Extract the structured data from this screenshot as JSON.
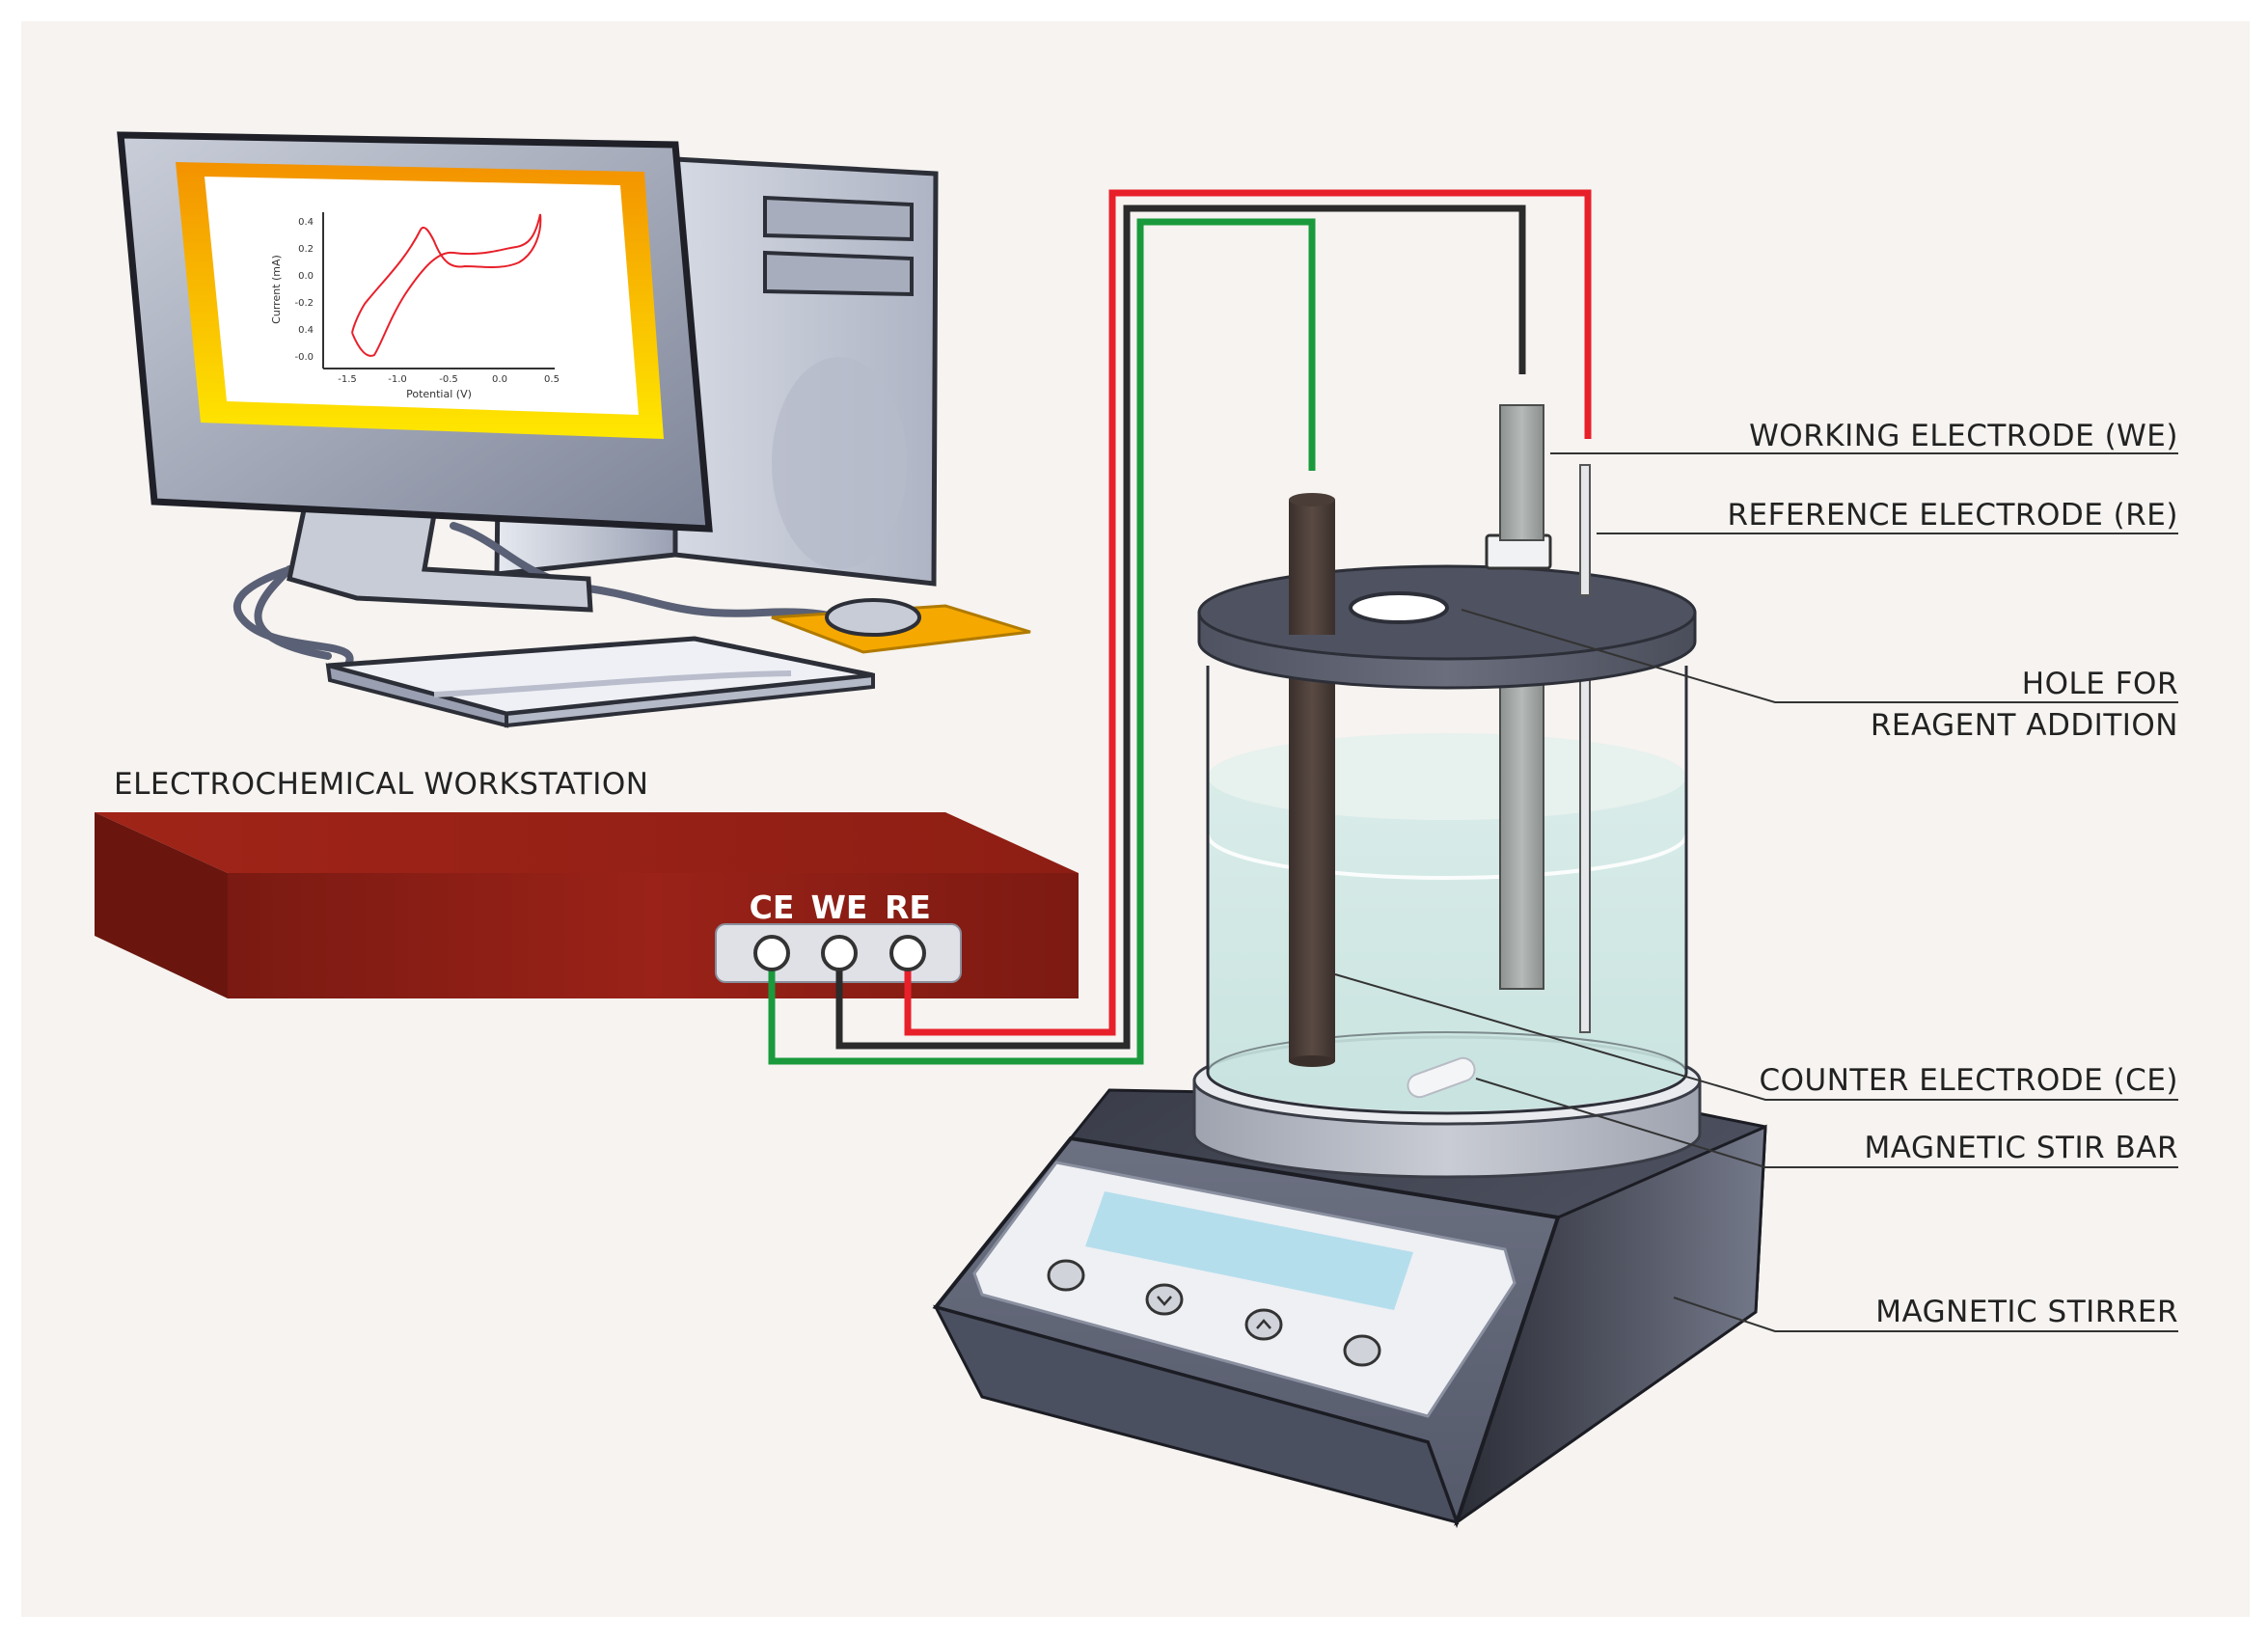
{
  "labels": {
    "workstation": "ELECTROCHEMICAL WORKSTATION",
    "working_electrode": "WORKING ELECTRODE (WE)",
    "reference_electrode": "REFERENCE ELECTRODE (RE)",
    "hole_line1": "HOLE FOR",
    "hole_line2": "REAGENT ADDITION",
    "counter_electrode": "COUNTER ELECTRODE (CE)",
    "stir_bar": "MAGNETIC STIR BAR",
    "stirrer": "MAGNETIC STIRRER"
  },
  "ports": {
    "ce": "CE",
    "we": "WE",
    "re": "RE"
  },
  "wire_colors": {
    "ce": "#1a9a3c",
    "we": "#2b2b2b",
    "re": "#e8202a"
  },
  "screen_plot": {
    "xlabel": "Potential (V)",
    "ylabel": "Current (mA)",
    "xticks": [
      "-1.5",
      "-1.0",
      "-0.5",
      "0.0",
      "0.5"
    ],
    "yticks": [
      "0.4",
      "0.2",
      "0.0",
      "-0.2",
      "0.4",
      "-0.0"
    ],
    "curve_color": "#e8202a"
  }
}
